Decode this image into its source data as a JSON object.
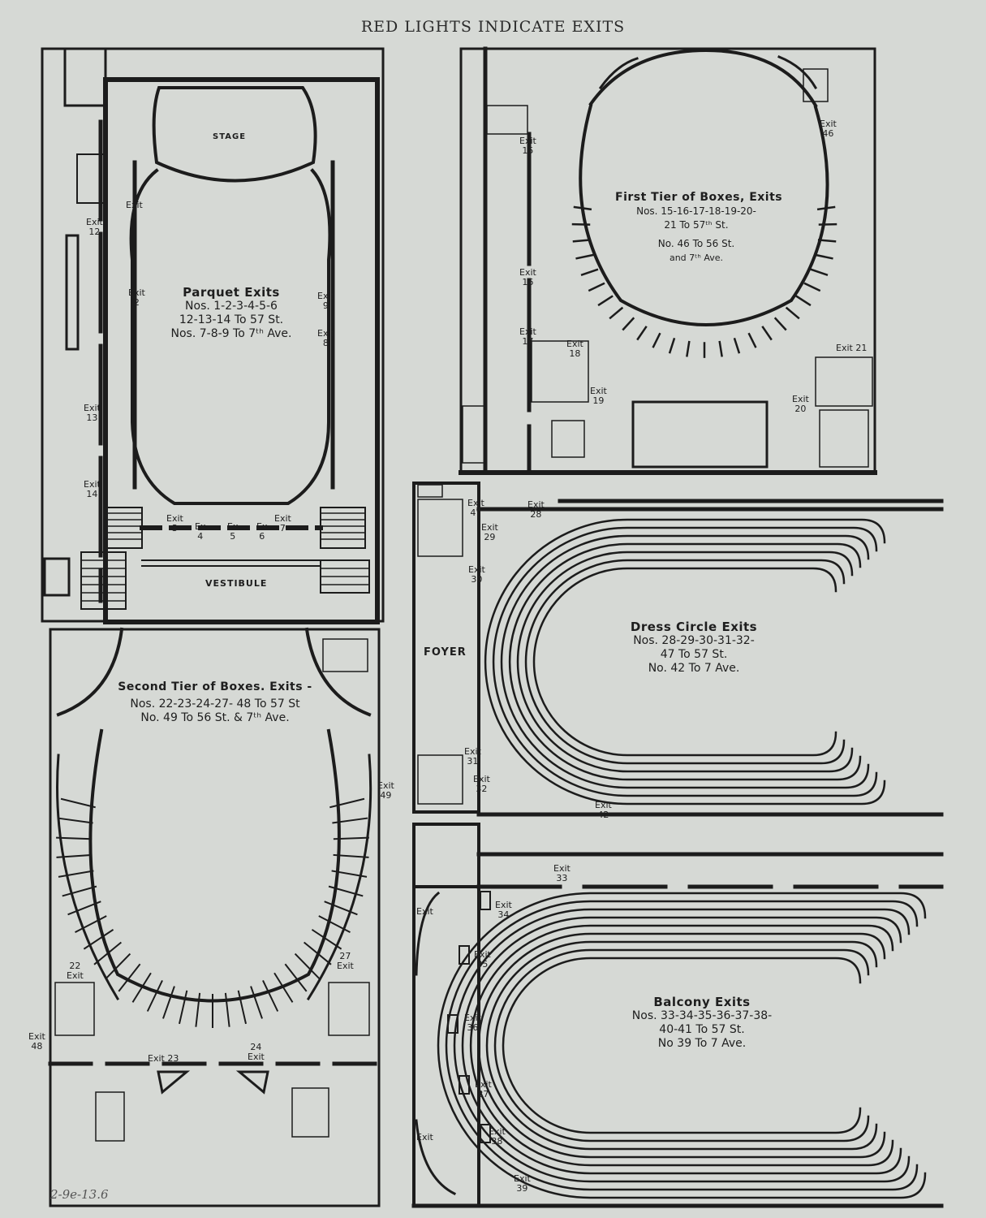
{
  "header": "RED LIGHTS INDICATE EXITS",
  "panels": {
    "parquet": {
      "title": "Parquet Exits",
      "lines": [
        "Nos. 1-2-3-4-5-6",
        "12-13-14 To 57 St.",
        "Nos. 7-8-9 To 7ᵗʰ Ave."
      ],
      "stage": "STAGE",
      "vestibule": "VESTIBULE"
    },
    "first_tier": {
      "title": "First Tier of Boxes, Exits",
      "lines": [
        "Nos. 15-16-17-18-19-20-",
        "21 To 57ᵗʰ St.",
        "No. 46 To 56 St.",
        "and 7ᵗʰ Ave."
      ]
    },
    "second_tier": {
      "title": "Second Tier of Boxes. Exits -",
      "lines": [
        "Nos. 22-23-24-27- 48 To 57 St",
        "No. 49 To 56 St. & 7ᵗʰ Ave."
      ]
    },
    "dress_circle": {
      "title": "Dress Circle Exits",
      "lines": [
        "Nos. 28-29-30-31-32-",
        "47 To 57 St.",
        "No. 42 To 7 Ave."
      ],
      "foyer": "FOYER"
    },
    "balcony": {
      "title": "Balcony Exits",
      "lines": [
        "Nos. 33-34-35-36-37-38-",
        "40-41 To 57 St.",
        "No 39 To 7 Ave."
      ]
    }
  },
  "exit_labels": {
    "e1": "Exit\n1",
    "e2": "Exit\n2",
    "e3": "Exit\n3",
    "e4": "Ex\n4",
    "e5": "Ex\n5",
    "e6": "Ex\n6",
    "e7": "Exit\n7",
    "e8": "Exit\n8",
    "e9": "Exit\n9",
    "e12": "Exit\n12",
    "e13": "Exit\n13",
    "e14": "Exit\n14",
    "e15": "Exit\n15",
    "e16": "Exit\n16",
    "e17": "Exit\n17",
    "e18": "Exit\n18",
    "e19": "Exit\n19",
    "e20": "Exit\n20",
    "e21": "Exit 21",
    "e46": "Exit\n46",
    "e22": "22\nExit",
    "e23": "Exit 23",
    "e24": "24\nExit",
    "e27": "27\nExit",
    "e48": "Exit\n48",
    "e49": "Exit\n49",
    "e28": "Exit\n28",
    "e29": "Exit\n29",
    "e30": "Exit\n30",
    "e31": "Exit\n31",
    "e32": "Exit\n32",
    "e42": "Exit\n42",
    "e47": "Exit\n47",
    "e33": "Exit\n33",
    "e34": "Exit\n34",
    "e35": "Exit\n35",
    "e36": "Exit\n36",
    "e37": "Exit\n37",
    "e38": "Exit\n38",
    "e39": "Exit\n39",
    "e40": "Exit",
    "e41": "Exit"
  },
  "catalog_number": "2-9e-13.6",
  "colors": {
    "ink": "#1c1c1c",
    "paper": "#d6d9d5"
  }
}
